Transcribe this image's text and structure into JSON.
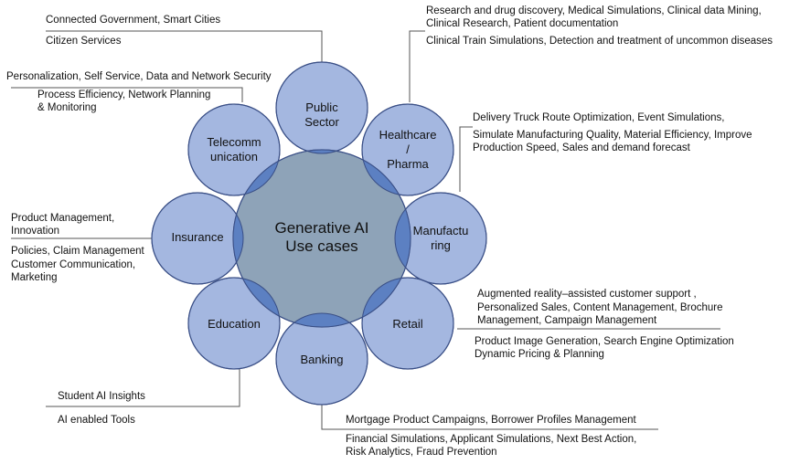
{
  "center": {
    "line1": "Generative AI",
    "line2": "Use cases"
  },
  "colors": {
    "petal_fill": "#a4b7e0",
    "petal_stroke": "#3a4f86",
    "center_fill": "#8ea3b8",
    "overlap_fill": "#5c80c2",
    "leader": "#555555"
  },
  "sectors": {
    "public_sector": {
      "label1": "Public",
      "label2": "Sector",
      "text": [
        "Connected Government,  Smart Cities",
        "Citizen Services"
      ]
    },
    "healthcare": {
      "label1": "Healthcare",
      "label2": "/",
      "label3": "Pharma",
      "text": [
        "Research and drug discovery, Medical Simulations, Clinical data Mining,",
        "Clinical Research, Patient documentation",
        "Clinical Train Simulations, Detection and treatment of uncommon diseases"
      ]
    },
    "manufacturing": {
      "label1": "Manufactu",
      "label2": "ring",
      "text": [
        "Delivery Truck Route Optimization, Event Simulations,",
        "Simulate Manufacturing Quality, Material Efficiency, Improve",
        "Production Speed, Sales and demand forecast"
      ]
    },
    "retail": {
      "label1": "Retail",
      "text": [
        "Augmented reality–assisted customer support ,",
        "Personalized Sales, Content Management, Brochure",
        "Management,  Campaign Management",
        "Product Image Generation, Search Engine Optimization",
        "Dynamic Pricing & Planning"
      ]
    },
    "banking": {
      "label1": "Banking",
      "text": [
        "Mortgage Product Campaigns, Borrower Profiles Management",
        "Financial Simulations, Applicant Simulations, Next Best Action,",
        "Risk Analytics, Fraud Prevention"
      ]
    },
    "education": {
      "label1": "Education",
      "text": [
        "Student AI Insights",
        "AI enabled Tools"
      ]
    },
    "insurance": {
      "label1": "Insurance",
      "text": [
        "Product Management,",
        "Innovation",
        "Policies, Claim Management",
        "Customer Communication,",
        "Marketing"
      ]
    },
    "telecom": {
      "label1": "Telecomm",
      "label2": "unication",
      "text": [
        "Personalization, Self Service, Data and Network Security",
        "Process Efficiency, Network Planning",
        "& Monitoring"
      ]
    }
  }
}
